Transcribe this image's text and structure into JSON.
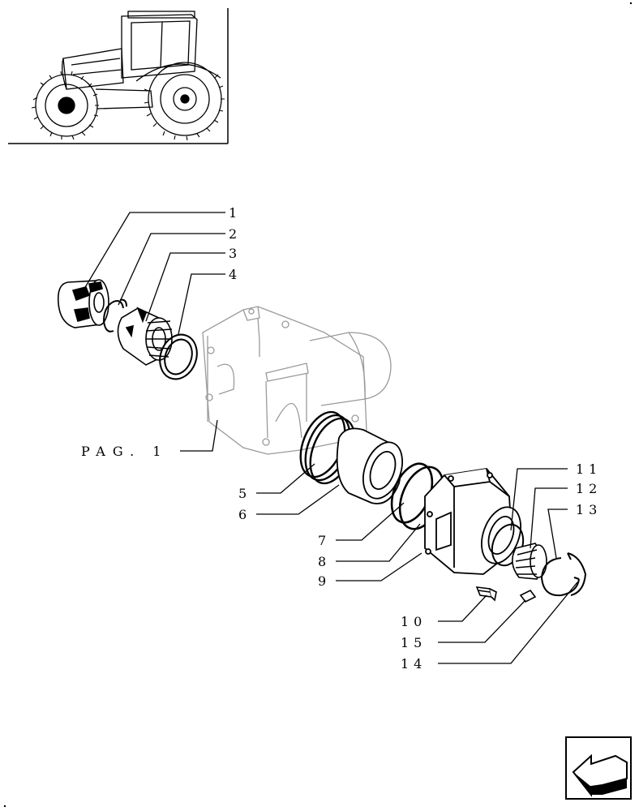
{
  "diagram": {
    "page_reference": "PAG. 1",
    "callouts": [
      {
        "id": "1",
        "text": "1"
      },
      {
        "id": "2",
        "text": "2"
      },
      {
        "id": "3",
        "text": "3"
      },
      {
        "id": "4",
        "text": "4"
      },
      {
        "id": "5",
        "text": "5"
      },
      {
        "id": "6",
        "text": "6"
      },
      {
        "id": "7",
        "text": "7"
      },
      {
        "id": "8",
        "text": "8"
      },
      {
        "id": "9",
        "text": "9"
      },
      {
        "id": "10",
        "text": "10"
      },
      {
        "id": "11",
        "text": "11"
      },
      {
        "id": "12",
        "text": "12"
      },
      {
        "id": "13",
        "text": "13"
      },
      {
        "id": "14",
        "text": "14"
      },
      {
        "id": "15",
        "text": "15"
      }
    ]
  },
  "navigation": {
    "back_icon": "arrow-back-icon"
  },
  "colors": {
    "line": "#000000",
    "ghost": "#9a9a9a",
    "background": "#ffffff"
  }
}
